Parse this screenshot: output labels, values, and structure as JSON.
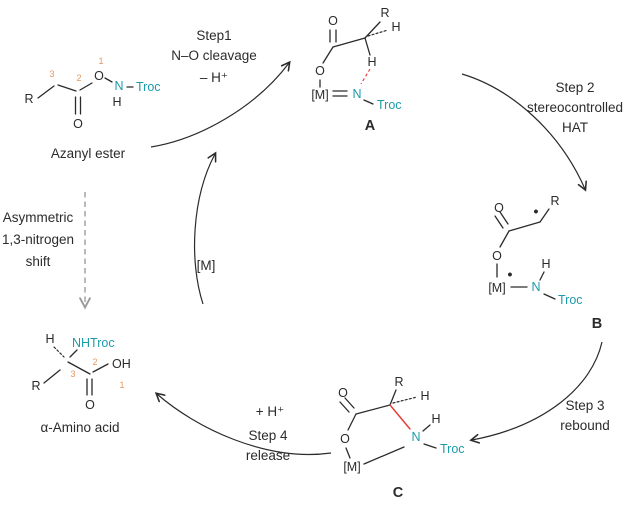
{
  "colors": {
    "ink": "#2b2b2b",
    "teal": "#1e9aaa",
    "red": "#e5392f",
    "locant_orange": "#e8955e",
    "gray_arrow": "#9c9c9c",
    "background": "#ffffff"
  },
  "azanyl_ester": {
    "caption": "Azanyl ester",
    "atoms": {
      "r": "R",
      "o_ester": "O",
      "n": "N",
      "h": "H",
      "troc": "Troc",
      "o_carbonyl": "O"
    },
    "locants": {
      "c3": "3",
      "c2": "2",
      "o1": "1"
    }
  },
  "step1": {
    "title": "Step1",
    "line2": "N–O cleavage",
    "line3": "– H⁺"
  },
  "intermediate_a": {
    "tag": "A",
    "atoms": {
      "o_top": "O",
      "r": "R",
      "h_wedge": "H",
      "h_transfer": "H",
      "o_link": "O",
      "metal": "[M]",
      "n": "N",
      "troc": "Troc"
    }
  },
  "step2": {
    "title": "Step 2",
    "line2": "stereocontrolled",
    "line3": "HAT"
  },
  "intermediate_b": {
    "tag": "B",
    "atoms": {
      "o_top": "O",
      "r": "R",
      "radical": "•",
      "o_link": "O",
      "metal": "[M]",
      "metal_radical": "•",
      "n": "N",
      "h": "H",
      "troc": "Troc"
    }
  },
  "step3": {
    "title": "Step 3",
    "line2": "rebound"
  },
  "intermediate_c": {
    "tag": "C",
    "atoms": {
      "o_top": "O",
      "r": "R",
      "h_wedge": "H",
      "h_amide": "H",
      "n": "N",
      "troc": "Troc",
      "o_ring": "O",
      "metal": "[M]"
    }
  },
  "step4": {
    "line1": "+ H⁺",
    "line2": "Step 4",
    "line3": "release"
  },
  "amino_acid": {
    "caption": "α-Amino acid",
    "atoms": {
      "h": "H",
      "nhtroc": "NHTroc",
      "r": "R",
      "oh": "OH",
      "o_carbonyl": "O"
    },
    "locants": {
      "c3": "3",
      "c2": "2",
      "o1": "1"
    }
  },
  "shift_label": {
    "line1": "Asymmetric",
    "line2": "1,3-nitrogen",
    "line3": "shift"
  },
  "catalyst": {
    "metal": "[M]"
  }
}
